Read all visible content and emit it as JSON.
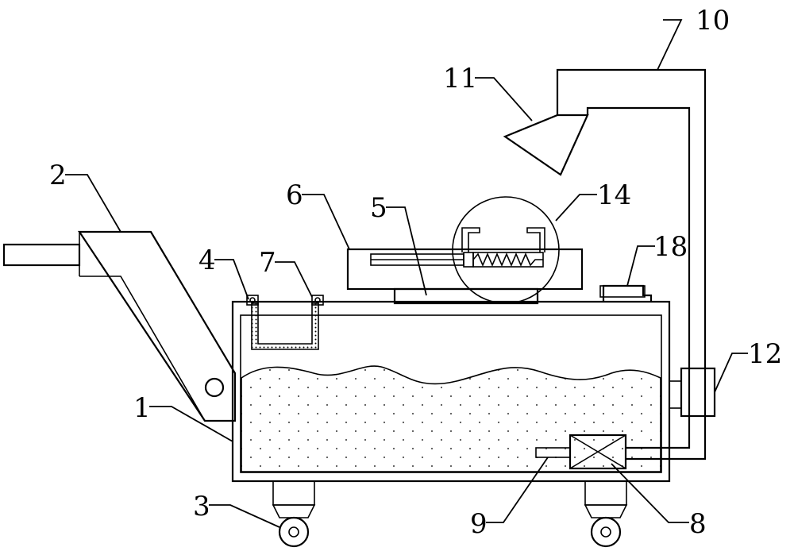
{
  "labels": {
    "l1": "1",
    "l2": "2",
    "l3": "3",
    "l4": "4",
    "l5": "5",
    "l6": "6",
    "l7": "7",
    "l8": "8",
    "l9": "9",
    "l10": "10",
    "l11": "11",
    "l12": "12",
    "l14": "14",
    "l18": "18"
  },
  "colors": {
    "line": "#000000",
    "background": "#ffffff",
    "dots": "#555555"
  }
}
